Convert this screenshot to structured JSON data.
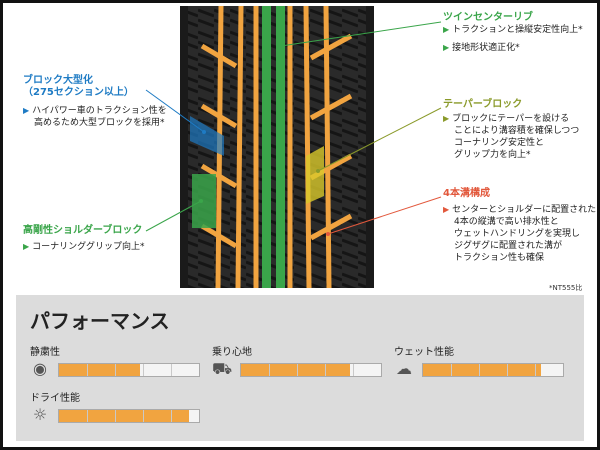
{
  "colors": {
    "orange": "#f1a440",
    "green": "#3aa54a",
    "blue": "#1e7bc4",
    "red": "#e2583c",
    "olive": "#8a9a2a"
  },
  "callouts": {
    "twin_rib": {
      "title": "ツインセンターリブ",
      "lines": [
        "トラクションと操縦安定性向上*",
        "接地形状適正化*"
      ]
    },
    "block": {
      "title1": "ブロック大型化",
      "title2": "（275セクション以上）",
      "lines": [
        "ハイパワー車のトラクション性を",
        "高めるため大型ブロックを採用*"
      ]
    },
    "taper": {
      "title": "テーパーブロック",
      "lines": [
        "ブロックにテーパーを設ける",
        "ことにより溝容積を確保しつつ",
        "コーナリング安定性と",
        "グリップ力を向上*"
      ]
    },
    "shoulder": {
      "title": "高剛性ショルダーブロック",
      "lines": [
        "コーナリンググリップ向上*"
      ]
    },
    "grooves": {
      "title": "4本溝構成",
      "lines": [
        "センターとショルダーに配置された",
        "4本の縦溝で高い排水性と",
        "ウェットハンドリングを実現し",
        "ジグザグに配置された溝が",
        "トラクション性も確保"
      ]
    },
    "note": "*NT555比"
  },
  "performance": {
    "title": "パフォーマンス",
    "metrics": [
      {
        "label": "静粛性",
        "icon": "speaker-icon",
        "glyph": "◉",
        "level": 0.58
      },
      {
        "label": "乗り心地",
        "icon": "car-icon",
        "glyph": "⛟",
        "level": 0.78
      },
      {
        "label": "ウェット性能",
        "icon": "rain-cloud-icon",
        "glyph": "☁",
        "level": 0.84
      },
      {
        "label": "ドライ性能",
        "icon": "sun-icon",
        "glyph": "☼",
        "level": 0.93
      }
    ]
  }
}
